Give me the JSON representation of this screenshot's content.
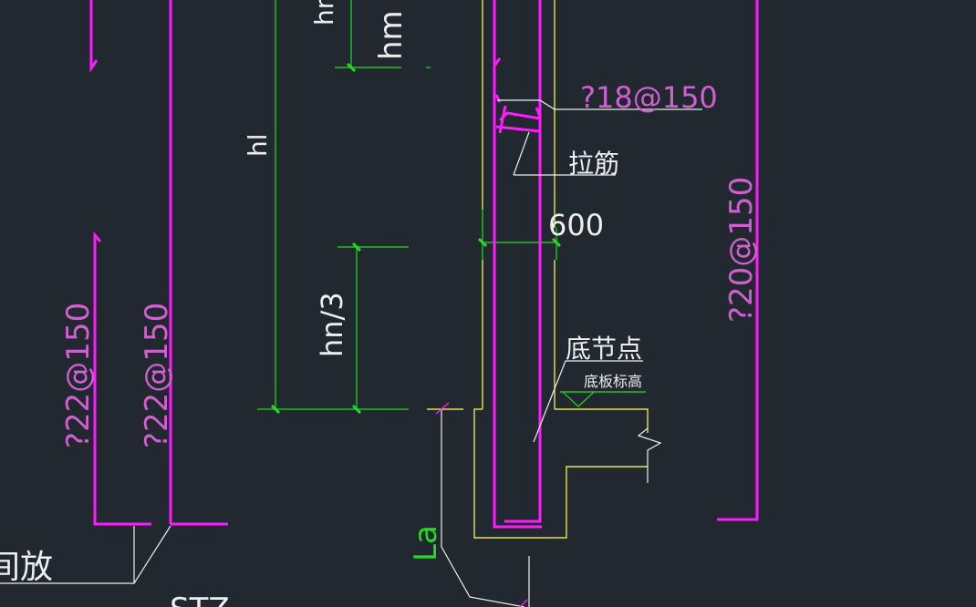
{
  "colors": {
    "background": "#212830",
    "rebar": "#ff1aff",
    "rebar_label": "#d060d0",
    "dimension": "#22dd22",
    "outline": "#e6e64a",
    "white": "#eeeeee"
  },
  "labels": {
    "hm_top": "hm",
    "hm": "hm",
    "hl": "hl",
    "hn3": "hn/3",
    "la": "La",
    "dim600": "600",
    "rebar_top": "?18@150",
    "rebar_right": "?20@150",
    "rebar_left1": "?22@150",
    "rebar_left2": "?22@150",
    "tie": "拉筋",
    "bottom_node": "底节点",
    "slab_elev": "底板标高",
    "partial_left": "间放",
    "partial_bottom": "STZ"
  }
}
